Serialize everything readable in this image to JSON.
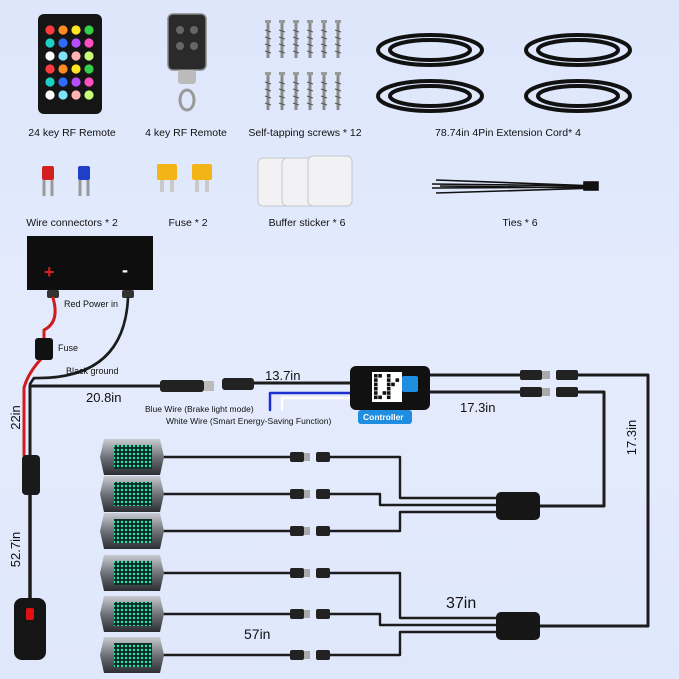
{
  "accessories": {
    "remote_24": "24 key RF Remote",
    "remote_4": "4 key RF Remote",
    "screws": "Self-tapping screws * 12",
    "extension": "78.74in 4Pin Extension Cord* 4",
    "wire_connectors": "Wire connectors * 2",
    "fuse": "Fuse * 2",
    "buffer": "Buffer sticker * 6",
    "ties": "Ties * 6"
  },
  "wiring": {
    "red_power": "Red Power in",
    "fuse": "Fuse",
    "black_ground": "Black ground",
    "len_20_8": "20.8in",
    "len_13_7": "13.7in",
    "len_17_3_h": "17.3in",
    "len_17_3_v": "17.3in",
    "len_22": "22in",
    "len_52_7": "52.7in",
    "len_37": "37in",
    "len_57": "57in",
    "blue_wire": "Blue Wire (Brake light mode)",
    "white_wire": "White Wire (Smart Energy-Saving Function)",
    "controller": "Controller",
    "plus": "+",
    "minus": "-"
  },
  "colors": {
    "background": "#e0e8fb",
    "wire": "#1c1c1c",
    "red_wire": "#d41a1a",
    "blue_wire": "#1d2fd0",
    "controller_badge": "#1f8de0",
    "led": "#1fd0a8"
  },
  "icons": [
    "remote-24key-icon",
    "remote-4key-icon",
    "screw-icon",
    "extension-cord-icon",
    "wire-connector-icon",
    "fuse-icon",
    "buffer-sticker-icon",
    "cable-tie-icon",
    "battery-icon",
    "controller-box-icon",
    "qr-code-icon",
    "y-splitter-icon",
    "led-pod-icon",
    "switch-icon"
  ]
}
